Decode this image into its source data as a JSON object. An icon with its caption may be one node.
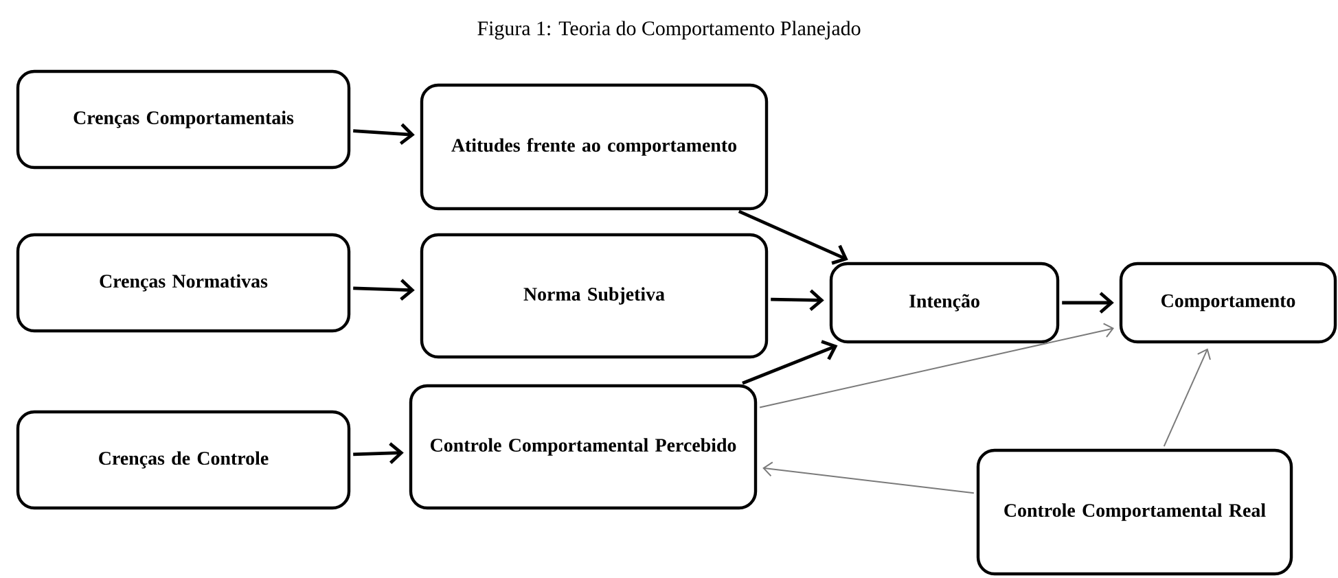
{
  "diagram": {
    "title": "Figura 1: Teoria do Comportamento Planejado",
    "nodes": [
      {
        "text": [
          "Crenças Comportamentais"
        ]
      },
      {
        "text": [
          "Atitudes frente ao comportamento"
        ]
      },
      {
        "text": [
          "Crenças Normativas"
        ]
      },
      {
        "text": [
          "Norma Subjetiva"
        ]
      },
      {
        "text": [
          "Crenças de Controle"
        ]
      },
      {
        "text": [
          "Controle Comportamental Percebido"
        ]
      },
      {
        "text": [
          "Intenção"
        ]
      },
      {
        "text": [
          "Comportamento"
        ]
      },
      {
        "text": [
          "Controle Comportamental Real"
        ]
      }
    ],
    "edges": [
      {
        "from": 0,
        "to": 1,
        "arrow": "to"
      },
      {
        "from": 1,
        "to": 6,
        "arrow": "to"
      },
      {
        "from": 2,
        "to": 3,
        "arrow": "to"
      },
      {
        "from": 3,
        "to": 6,
        "arrow": "to"
      },
      {
        "from": 4,
        "to": 5,
        "arrow": "to"
      },
      {
        "from": 5,
        "to": 6,
        "arrow": "to"
      },
      {
        "from": 6,
        "to": 7,
        "arrow": "to"
      },
      {
        "from": 5,
        "to": 7,
        "arrow": "to",
        "color": "#7a7a7a"
      },
      {
        "from": 8,
        "to": 7,
        "arrow": "to",
        "color": "#7a7a7a"
      },
      {
        "from": 8,
        "to": 5,
        "arrow": "to",
        "color": "#7a7a7a"
      }
    ]
  }
}
